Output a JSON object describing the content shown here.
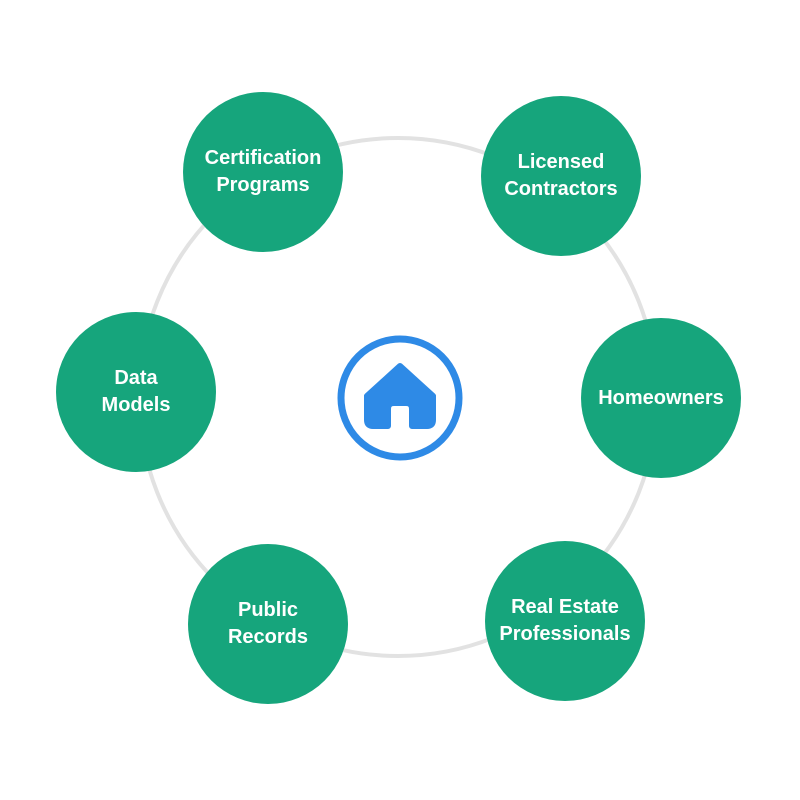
{
  "diagram": {
    "type": "hub-and-spoke",
    "center": {
      "icon": "home-icon"
    },
    "nodes": [
      {
        "id": "certification-programs",
        "label": "Certification\nPrograms"
      },
      {
        "id": "licensed-contractors",
        "label": "Licensed\nContractors"
      },
      {
        "id": "homeowners",
        "label": "Homeowners"
      },
      {
        "id": "real-estate-professionals",
        "label": "Real Estate\nProfessionals"
      },
      {
        "id": "public-records",
        "label": "Public\nRecords"
      },
      {
        "id": "data-models",
        "label": "Data\nModels"
      }
    ]
  },
  "colors": {
    "node_green": "#16a57c",
    "accent_blue": "#2e8ae6",
    "connector_ring_gray": "#e2e2e2",
    "label_text": "#ffffff",
    "background": "#ffffff"
  }
}
